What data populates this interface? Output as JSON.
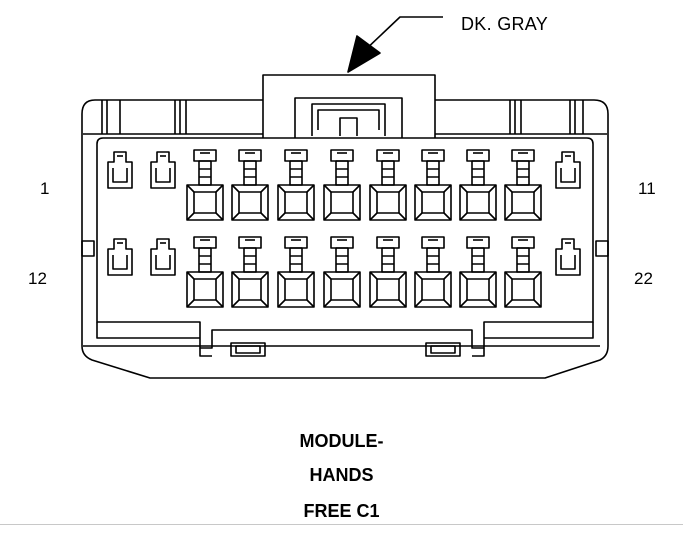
{
  "connector": {
    "color_label": "DK. GRAY",
    "pin_labels": {
      "top_left": "1",
      "top_right": "11",
      "bottom_left": "12",
      "bottom_right": "22"
    },
    "title_lines": [
      "MODULE-",
      "HANDS",
      "FREE C1"
    ]
  }
}
